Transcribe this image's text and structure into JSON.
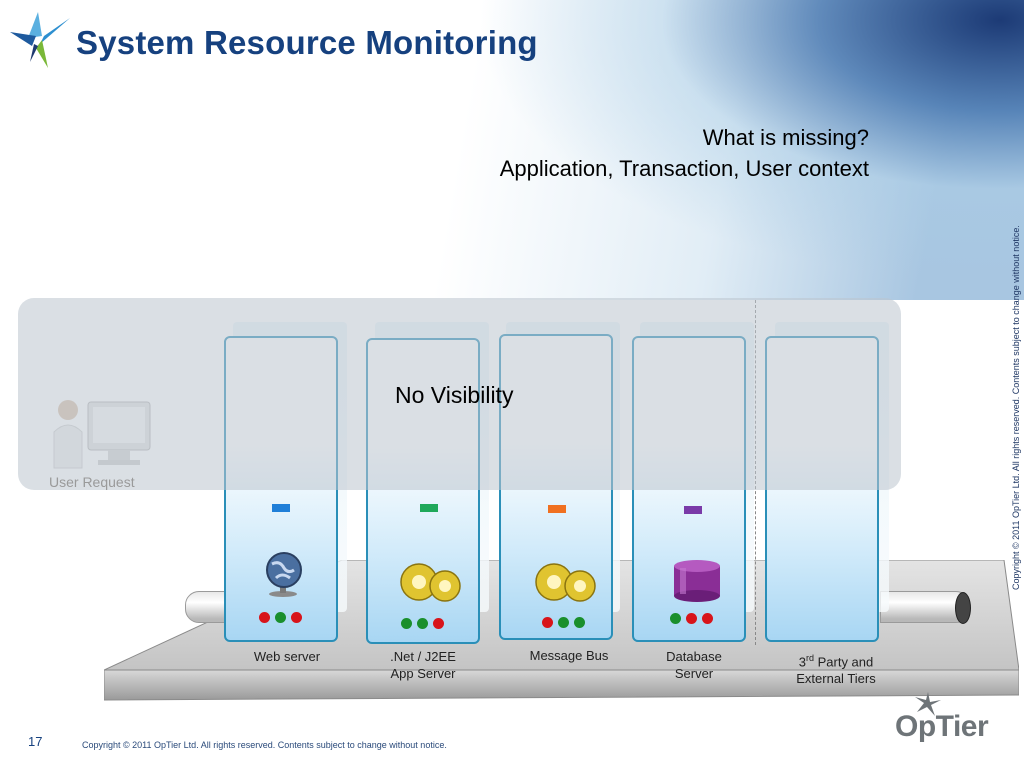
{
  "header": {
    "title": "System Resource Monitoring"
  },
  "question": {
    "line1": "What is missing?",
    "line2": "Application, Transaction, User context"
  },
  "overlay": {
    "label": "No Visibility"
  },
  "user_request": {
    "label": "User Request"
  },
  "tiers": [
    {
      "name": "web-server",
      "label": "Web server",
      "led_color": "#1f7fd8",
      "icon": "globe-icon",
      "dots": [
        "red",
        "green",
        "red"
      ]
    },
    {
      "name": "app-server",
      "label_line1": ".Net / J2EE",
      "label_line2": "App Server",
      "led_color": "#1fa85a",
      "icon": "gears-icon",
      "dots": [
        "green",
        "green",
        "red"
      ]
    },
    {
      "name": "message-bus",
      "label": "Message Bus",
      "led_color": "#f07020",
      "icon": "gears-icon",
      "dots": [
        "red",
        "green",
        "green"
      ]
    },
    {
      "name": "database-server",
      "label_line1": "Database",
      "label_line2": "Server",
      "led_color": "#7a3aa8",
      "icon": "database-icon",
      "dots": [
        "green",
        "red",
        "red"
      ]
    },
    {
      "name": "third-party",
      "label_sup_base": "3",
      "label_sup": "rd",
      "label_rest": " Party and",
      "label_line2": "External Tiers"
    }
  ],
  "side_copyright": "Copyright © 2011 OpTier Ltd. All rights reserved. Contents subject to change without notice.",
  "footer": {
    "page_number": "17",
    "copyright": "Copyright © 2011 OpTier Ltd. All rights reserved. Contents subject to change without notice."
  },
  "brand": {
    "name": "OpTier"
  }
}
